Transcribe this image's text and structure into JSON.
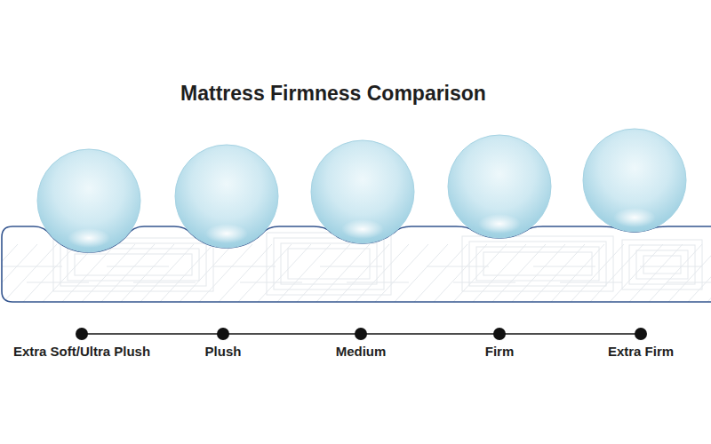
{
  "diagram": {
    "title": "Mattress Firmness Comparison",
    "labels": [
      "Extra Soft/Ultra Plush",
      "Plush",
      "Medium",
      "Firm",
      "Extra Firm"
    ]
  }
}
